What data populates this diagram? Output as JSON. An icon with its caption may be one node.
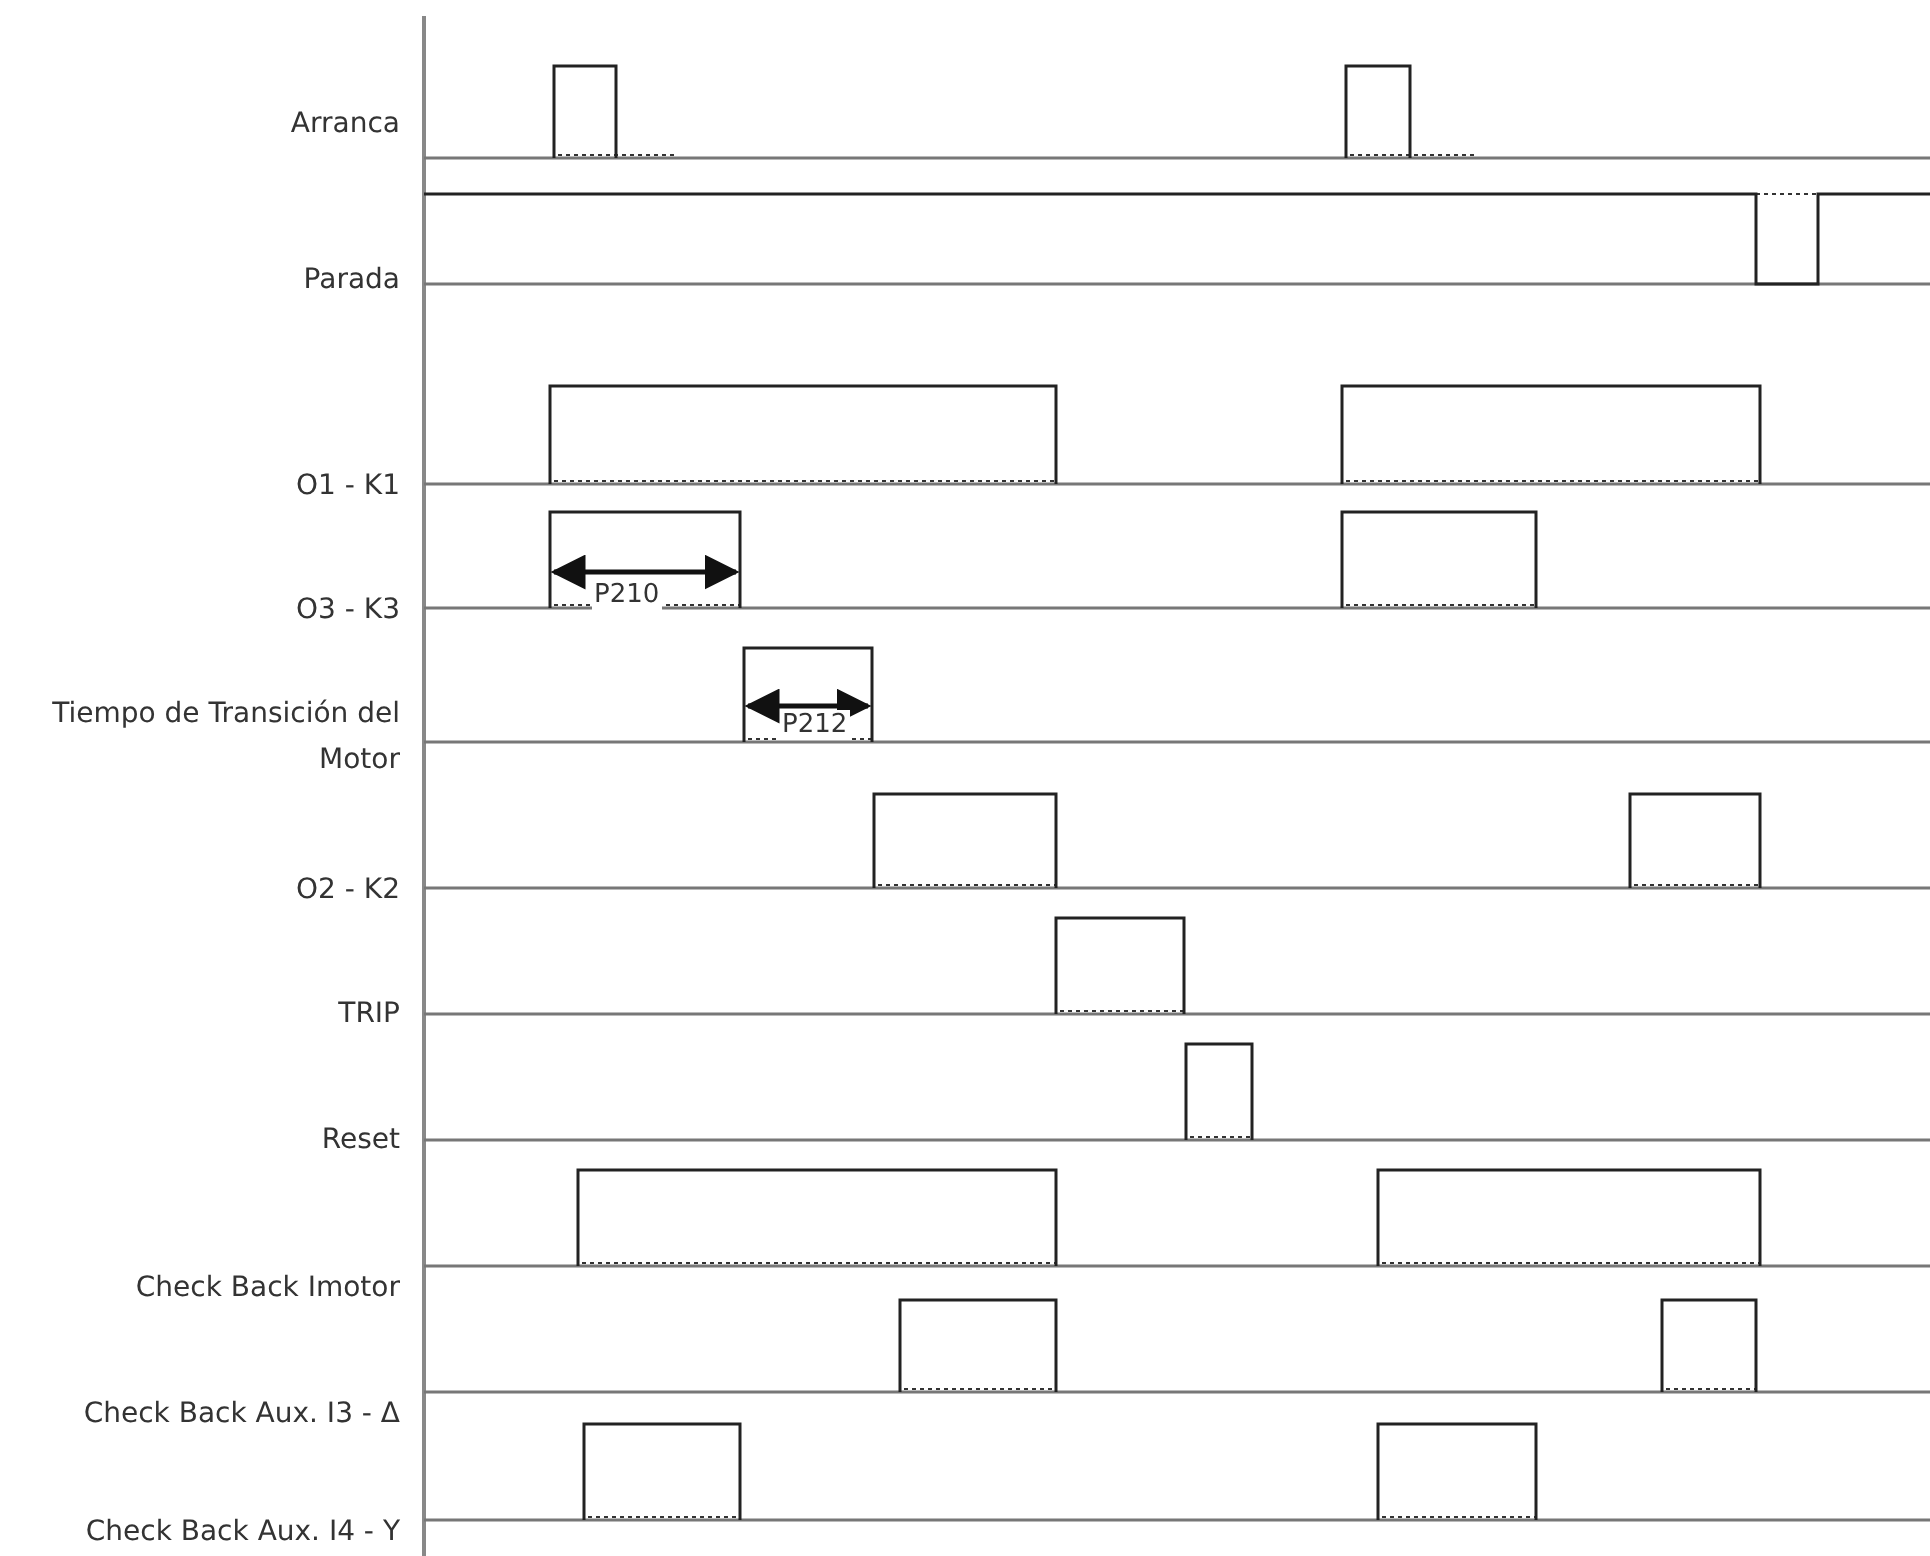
{
  "diagram": {
    "labels": [
      "Arranca",
      "Parada",
      "O1 - K1",
      "O3 - K3",
      "Tiempo de Transición del Motor",
      "O2 - K2",
      "TRIP",
      "Reset",
      "Check Back Imotor",
      "Check Back Aux. I3 - Δ",
      "Check Back Aux. I4 - Y",
      "P210",
      "P212"
    ]
  }
}
